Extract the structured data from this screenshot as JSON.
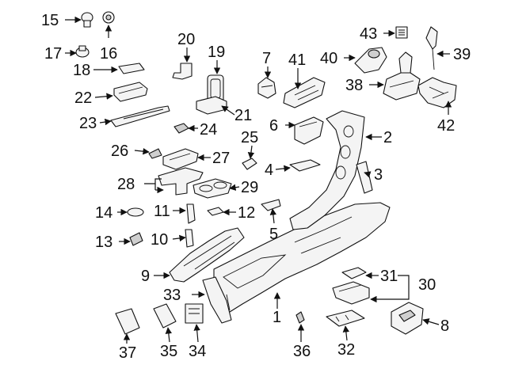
{
  "callouts": {
    "c1": "1",
    "c2": "2",
    "c3": "3",
    "c4": "4",
    "c5": "5",
    "c6": "6",
    "c7": "7",
    "c8": "8",
    "c9": "9",
    "c10": "10",
    "c11": "11",
    "c12": "12",
    "c13": "13",
    "c14": "14",
    "c15": "15",
    "c16": "16",
    "c17": "17",
    "c18": "18",
    "c19": "19",
    "c20": "20",
    "c21": "21",
    "c22": "22",
    "c23": "23",
    "c24": "24",
    "c25": "25",
    "c26": "26",
    "c27": "27",
    "c28": "28",
    "c29": "29",
    "c30": "30",
    "c31": "31",
    "c32": "32",
    "c33": "33",
    "c34": "34",
    "c35": "35",
    "c36": "36",
    "c37": "37",
    "c38": "38",
    "c39": "39",
    "c40": "40",
    "c41": "41",
    "c42": "42",
    "c43": "43"
  },
  "colors": {
    "ink": "#111111",
    "paper": "#ffffff",
    "part_fill": "#f4f4f4",
    "shade": "#cfcfcf"
  }
}
